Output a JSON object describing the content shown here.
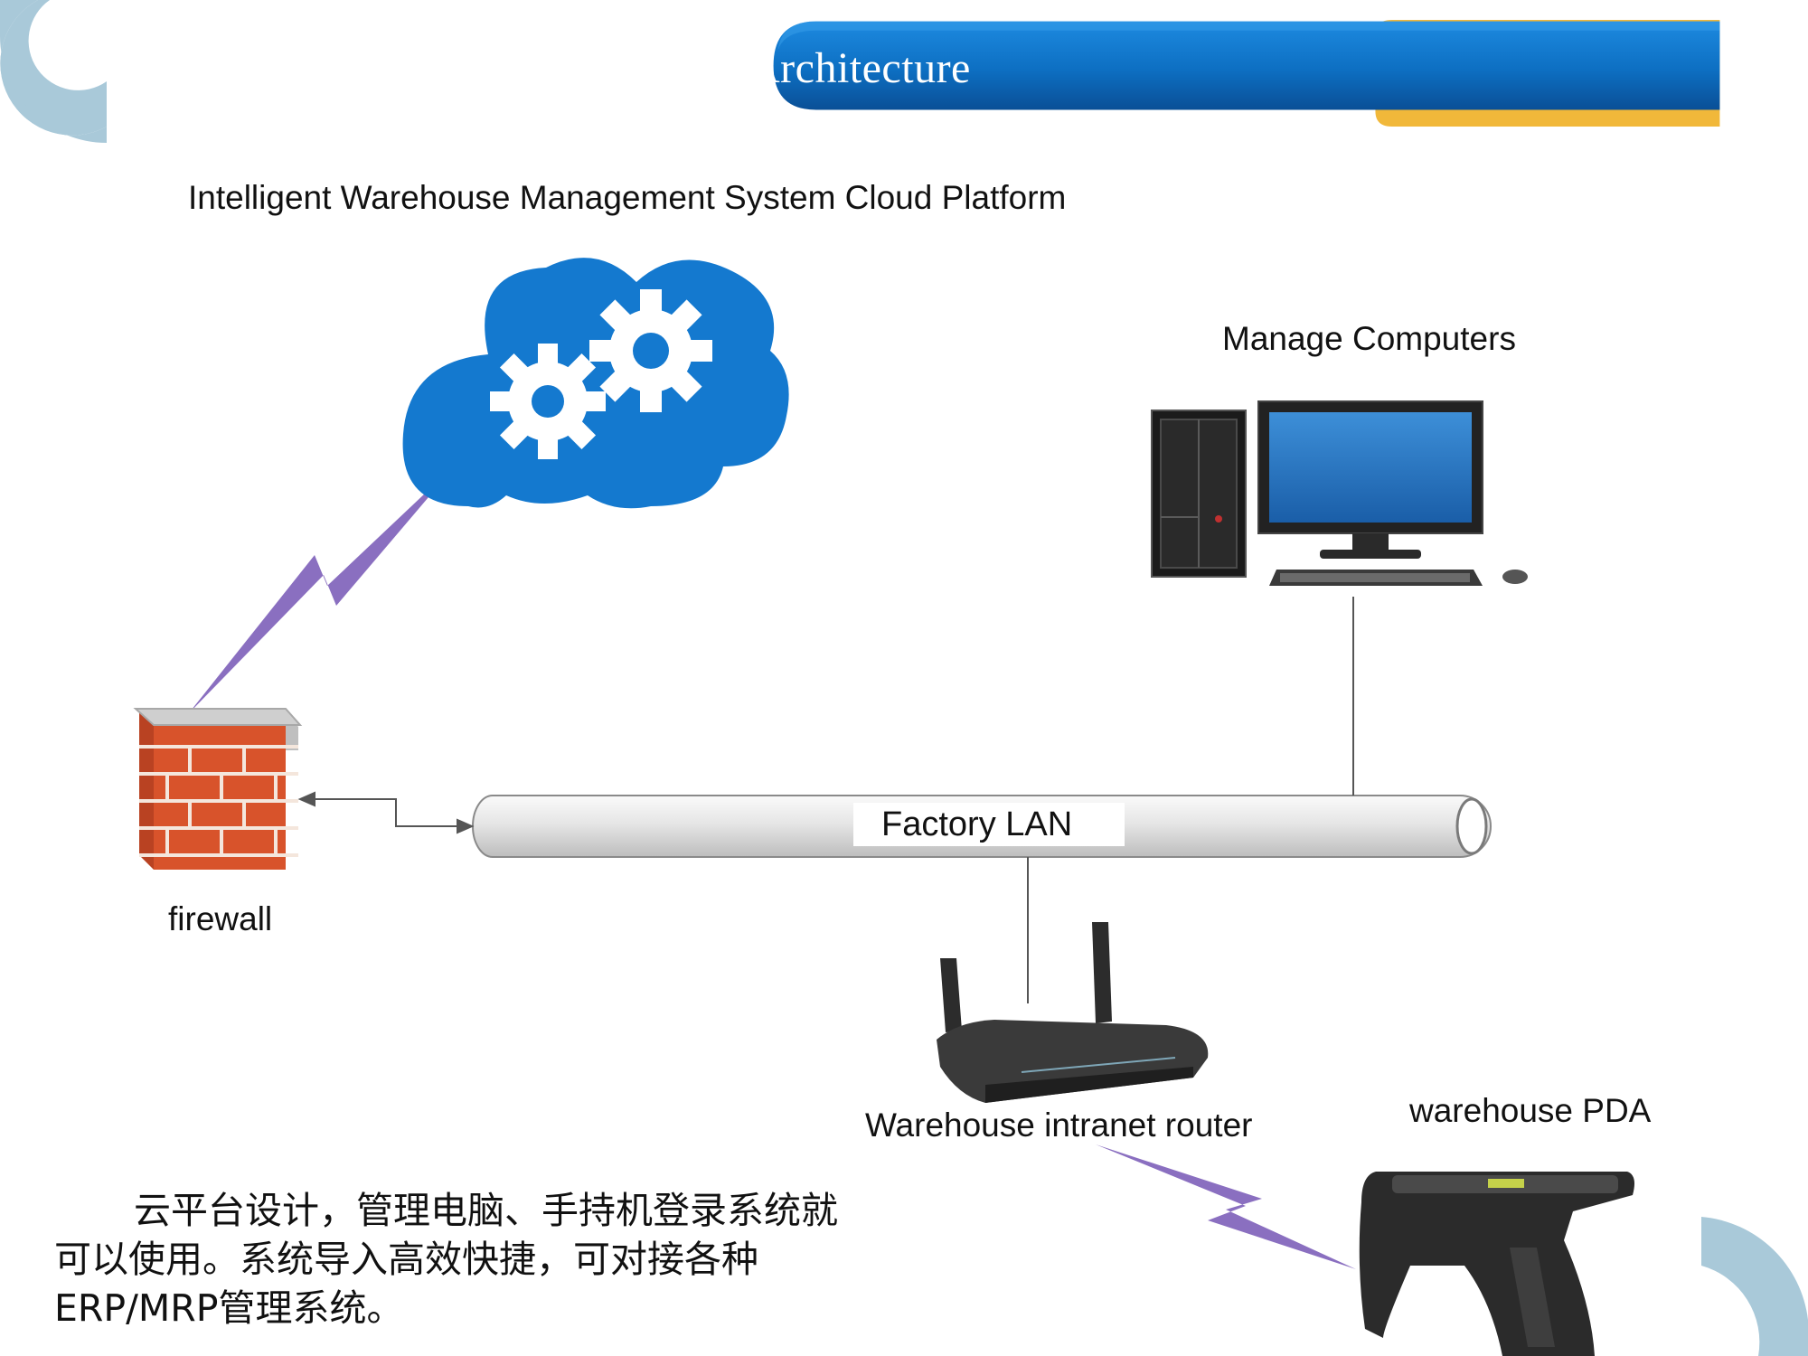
{
  "header": {
    "title": "Architecture",
    "colors": {
      "banner_blue": "#0f72c4",
      "banner_gold": "#f1b83a",
      "corner_arc": "#a9c9d9"
    }
  },
  "diagram": {
    "cloud_title": "Intelligent Warehouse Management System Cloud Platform",
    "nodes": {
      "computers": "Manage Computers",
      "firewall": "firewall",
      "lan": "Factory LAN",
      "router": "Warehouse intranet router",
      "pda": "warehouse PDA"
    },
    "colors": {
      "cloud": "#1479cf",
      "wireless_link": "#8a6fc0",
      "brick": "#d8532b"
    }
  },
  "description": {
    "line1": "云平台设计，管理电脑、手持机登录系统就",
    "line2": "可以使用。系统导入高效快捷，可对接各种",
    "line3": "ERP/MRP管理系统。"
  }
}
